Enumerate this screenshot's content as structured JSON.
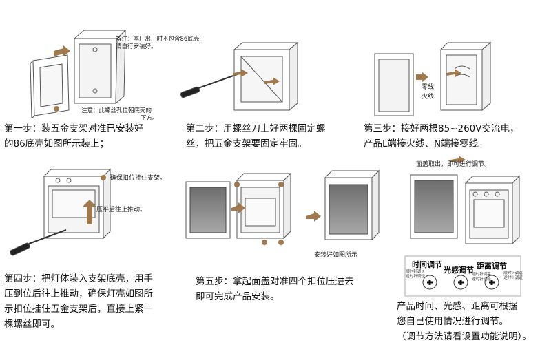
{
  "notes": {
    "box_note": [
      "备注：本厂出厂时不包含86底壳,",
      "请自行安装好。"
    ],
    "screw_hole_note": [
      "注意：此螺丝孔位朝底壳的",
      "下方。"
    ],
    "line_fire": "火线",
    "line_zero": "零线",
    "hook_note": "确保扣位挂住支架。",
    "push_note": "压平后往上推动。",
    "result_note": "安装好如图所示",
    "cover_note": "面盖取出，即可进行调节。"
  },
  "steps": {
    "step1": [
      "第一步：装五金支架对准已安装好",
      "的86底壳如图所示装上；"
    ],
    "step2": [
      "第二步：用螺丝刀上好两棵固定螺",
      "丝，把五金支架要固定牢固。"
    ],
    "step3": [
      "第三步：接好两根85~260V交流电，",
      "产品L端接火线、N端接零线。"
    ],
    "step4": [
      "第四步：把灯体装入支架底壳，用手",
      "压到位后往上推动，确保灯壳如图所",
      "示扣位挂住五金支架后，直接上紧一",
      "棵螺丝即可。"
    ],
    "step5": [
      "第五步：拿起面盖对准四个扣位压进去",
      "即可完成产品安装。"
    ],
    "step6": [
      "产品时间、光感、距离可根据",
      "您自己使用情况进行调节。",
      "（调节方法请看设置功能说明）。"
    ]
  },
  "knobs": [
    {
      "title": "时间调节",
      "sub": [
        "顺时针调长",
        "逆时针调短"
      ]
    },
    {
      "title": "光感调节",
      "sub": [
        "顺时针调亮",
        "逆时针调暗"
      ]
    },
    {
      "title": "距离调节",
      "sub": [
        "顺时针调远",
        "逆时针调近"
      ]
    }
  ],
  "colors": {
    "arrow": "#a07a4e",
    "line": "#555555",
    "shade": "#9a9a9a",
    "panel": "#7d7d7d"
  }
}
